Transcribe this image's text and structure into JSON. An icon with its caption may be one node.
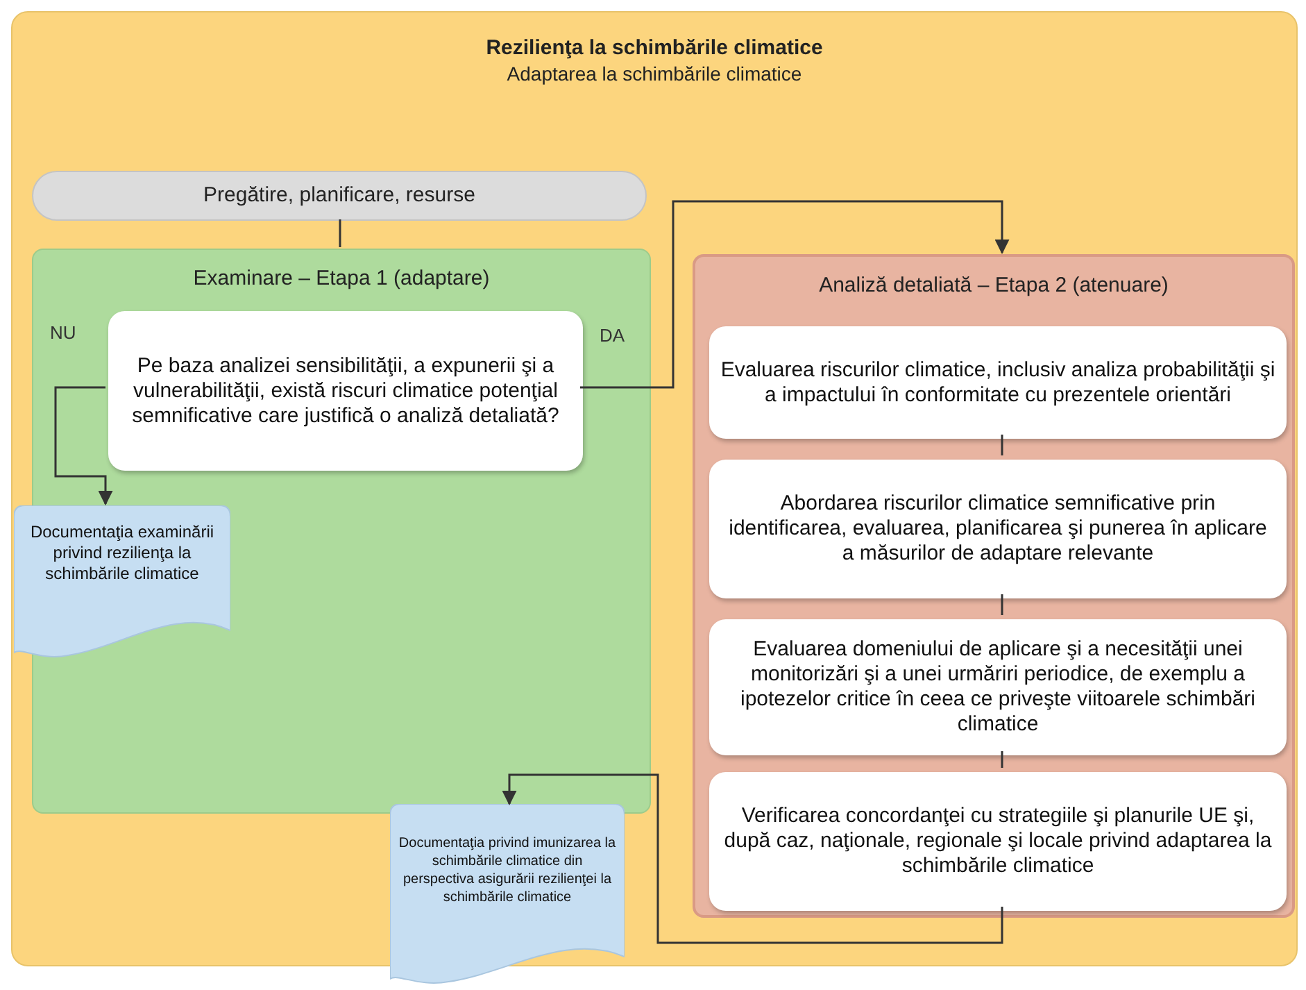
{
  "diagram": {
    "nodes": [
      {
        "text": [
          "Rezilienţa la schimbările climatice",
          "Adaptarea la schimbările climatice"
        ]
      },
      {
        "text": [
          "Pregătire, planificare, resurse"
        ],
        "in": 0
      },
      {
        "text": [
          "Examinare – Etapa 1 (adaptare)"
        ],
        "in": 0
      },
      {
        "text": [
          "Pe baza analizei sensibilităţii, a expunerii şi a vulnerabilităţii, există riscuri climatice potenţial semnificative care justifică o analiză detaliată?"
        ],
        "in": 2
      },
      {
        "text": [
          "Documentaţia examinării privind rezilienţa la schimbările climatice"
        ],
        "in": 0
      },
      {
        "text": [
          "Analiză detaliată – Etapa 2 (atenuare)"
        ],
        "in": 0
      },
      {
        "text": [
          "Evaluarea riscurilor climatice, inclusiv analiza probabilităţii şi a impactului în conformitate cu prezentele orientări"
        ],
        "in": 5
      },
      {
        "text": [
          "Abordarea riscurilor climatice semnificative prin identificarea, evaluarea, planificarea şi punerea în aplicare a măsurilor de adaptare relevante"
        ],
        "in": 5
      },
      {
        "text": [
          "Evaluarea domeniului de aplicare şi a necesităţii unei monitorizări şi a unei urmăriri periodice, de exemplu a ipotezelor critice în ceea ce priveşte viitoarele schimbări climatice"
        ],
        "in": 5
      },
      {
        "text": [
          "Verificarea concordanţei cu strategiile şi planurile UE şi, după caz, naţionale, regionale şi locale privind adaptarea la schimbările climatice"
        ],
        "in": 5
      },
      {
        "text": [
          "Documentaţia privind imunizarea la schimbările climatice din perspectiva asigurării rezilienţei la schimbările climatice"
        ]
      }
    ],
    "edges": [
      {
        "from": 1,
        "to": 2,
        "arrow": "none"
      },
      {
        "from": 3,
        "to": 4,
        "arrow": "to",
        "label": "NU"
      },
      {
        "from": 3,
        "to": 5,
        "arrow": "to",
        "label": "DA"
      },
      {
        "from": 6,
        "to": 7,
        "arrow": "none"
      },
      {
        "from": 7,
        "to": 8,
        "arrow": "none"
      },
      {
        "from": 8,
        "to": 9,
        "arrow": "none"
      },
      {
        "from": 9,
        "to": 10,
        "arrow": "to"
      }
    ]
  }
}
